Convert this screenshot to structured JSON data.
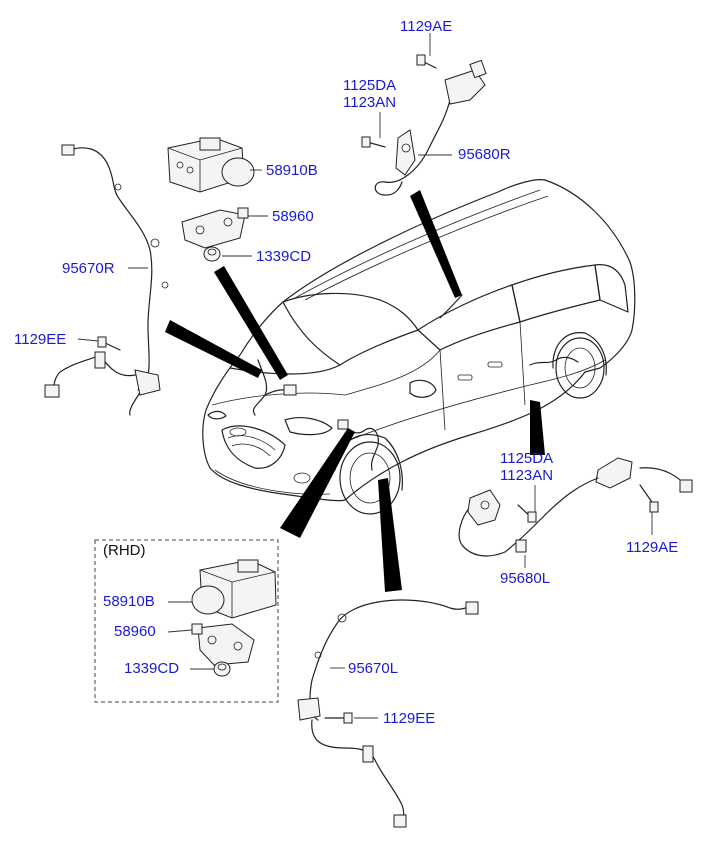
{
  "colors": {
    "label": "#1a1ad6",
    "drawing": "#222222",
    "callout": "#000000",
    "background": "#ffffff"
  },
  "rhd_box": {
    "caption": "(RHD)"
  },
  "labels": {
    "l1129ae_top": "1129AE",
    "l1125da_top": "1125DA",
    "l1123an_top": "1123AN",
    "l95680r": "95680R",
    "l58910b_top": "58910B",
    "l58960_top": "58960",
    "l95670r": "95670R",
    "l1339cd_top": "1339CD",
    "l1129ee_left": "1129EE",
    "l1125da_right": "1125DA",
    "l1123an_right": "1123AN",
    "l1129ae_right": "1129AE",
    "l95680l": "95680L",
    "l58910b_rhd": "58910B",
    "l58960_rhd": "58960",
    "l1339cd_rhd": "1339CD",
    "l95670l": "95670L",
    "l1129ee_bottom": "1129EE"
  }
}
